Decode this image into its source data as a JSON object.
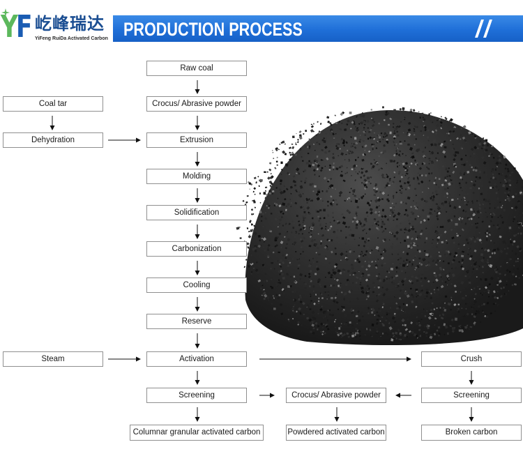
{
  "header": {
    "logo_mark": [
      "Y",
      "F"
    ],
    "brand_cn": "屹峰瑞达",
    "brand_en": "YiFeng RuiDa Activated Carbon",
    "banner_title": "PRODUCTION PROCESS"
  },
  "colors": {
    "banner": "#1f6fd8",
    "logo_green": "#5cb85c",
    "logo_blue": "#1a5cb3",
    "brand_text": "#1b4e92",
    "node_border": "#8f8f8f",
    "arrow": "#111111",
    "carbon": "#2a2a2a"
  },
  "flow": {
    "raw_coal": "Raw coal",
    "crocus_top": "Crocus/ Abrasive powder",
    "coal_tar": "Coal tar",
    "dehydration": "Dehydration",
    "extrusion": "Extrusion",
    "molding": "Molding",
    "solidification": "Solidification",
    "carbonization": "Carbonization",
    "cooling": "Cooling",
    "reserve": "Reserve",
    "steam": "Steam",
    "activation": "Activation",
    "crush": "Crush",
    "screening_left": "Screening",
    "crocus_mid": "Crocus/ Abrasive powder",
    "screening_right": "Screening",
    "columnar": "Columnar granular activated carbon",
    "powdered": "Powdered activated carbon",
    "broken": "Broken carbon"
  }
}
